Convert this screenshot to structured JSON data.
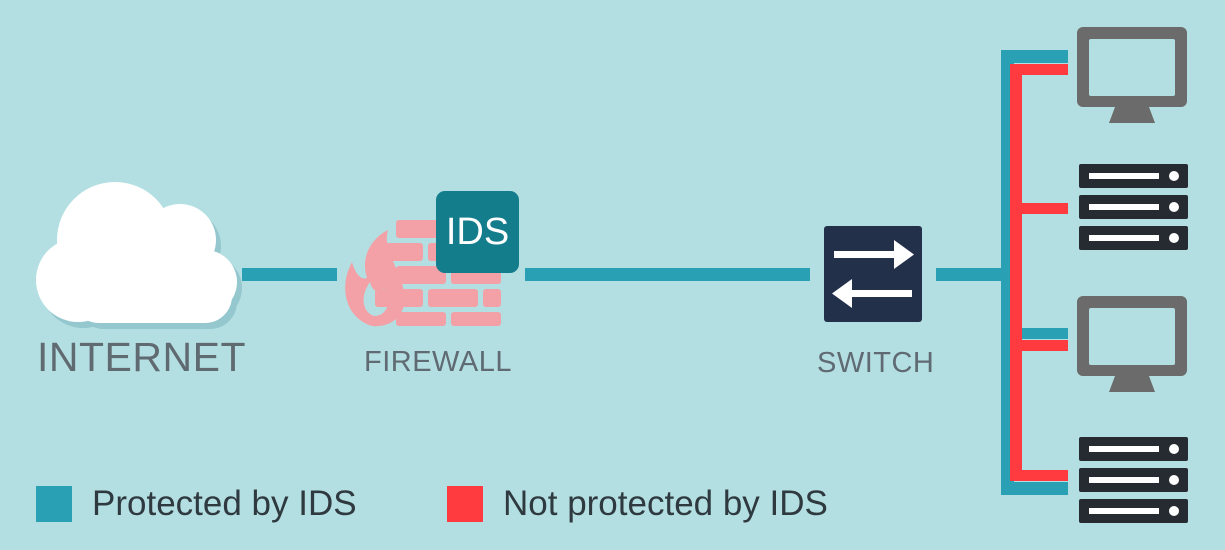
{
  "nodes": {
    "internet": {
      "label": "INTERNET"
    },
    "firewall": {
      "label": "FIREWALL",
      "ids_badge": "IDS"
    },
    "switch": {
      "label": "SWITCH"
    },
    "endpoints": [
      {
        "type": "monitor",
        "icon": "monitor-icon"
      },
      {
        "type": "server",
        "icon": "server-icon"
      },
      {
        "type": "monitor",
        "icon": "monitor-icon"
      },
      {
        "type": "server",
        "icon": "server-icon"
      }
    ]
  },
  "legend": [
    {
      "label": "Protected by IDS",
      "color": "#2aa0b4"
    },
    {
      "label": "Not protected by IDS",
      "color": "#ff3b3f"
    }
  ],
  "colors": {
    "background": "#b4dfe2",
    "protected_link": "#2aa0b4",
    "unprotected_link": "#ff3b3f",
    "firewall": "#f3a1a6",
    "ids_badge": "#137d8c",
    "switch": "#23304a",
    "device": "#6b6b6b",
    "server": "#262b31"
  }
}
